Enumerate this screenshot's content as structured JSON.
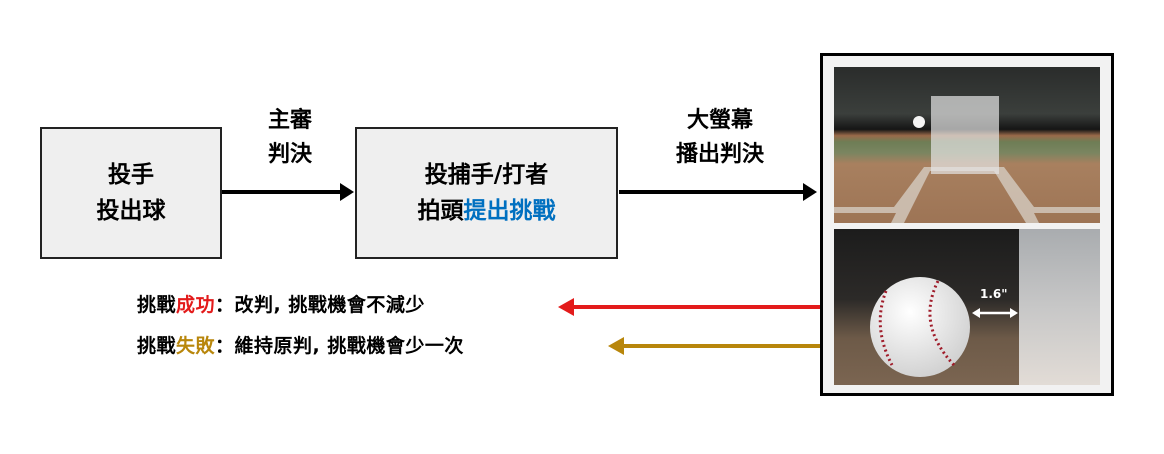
{
  "boxes": {
    "pitcher": {
      "line1": "投手",
      "line2": "投出球"
    },
    "challenger": {
      "line1": "投捕手/打者",
      "line2_prefix": "拍頭",
      "line2_highlight": "提出挑戰"
    }
  },
  "arrows": {
    "umpire": {
      "line1": "主審",
      "line2": "判決"
    },
    "screen": {
      "line1": "大螢幕",
      "line2": "播出判決"
    }
  },
  "results": {
    "success": {
      "prefix": "挑戰",
      "keyword": "成功",
      "text": "：改判, 挑戰機會不減少"
    },
    "failure": {
      "prefix": "挑戰",
      "keyword": "失敗",
      "text": "：維持原判, 挑戰機會少一次"
    }
  },
  "replay": {
    "distance_label": "1.6\""
  },
  "colors": {
    "highlight_blue": "#0070c0",
    "success_red": "#e31b1b",
    "failure_gold": "#b8860b"
  }
}
